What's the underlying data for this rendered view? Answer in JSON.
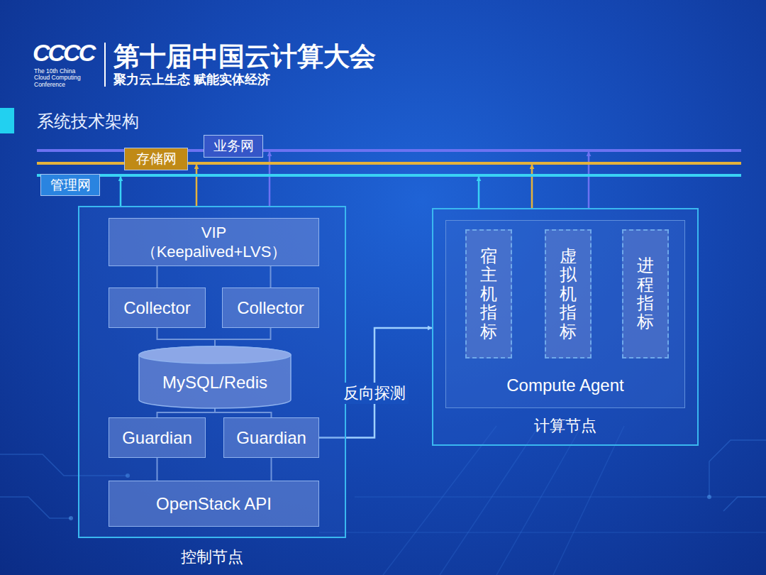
{
  "diagram": {
    "title": "系统技术架构",
    "nodes": [
      {
        "text": [
          "业务网"
        ]
      },
      {
        "text": [
          "存储网"
        ]
      },
      {
        "text": [
          "管理网"
        ]
      },
      {
        "text": [
          "控制节点"
        ]
      },
      {
        "text": [
          "VIP （Keepalived+LVS）"
        ],
        "in": 3
      },
      {
        "text": [
          "Collector"
        ],
        "in": 3
      },
      {
        "text": [
          "Collector"
        ],
        "in": 3
      },
      {
        "text": [
          "MySQL/Redis"
        ],
        "in": 3
      },
      {
        "text": [
          "Guardian"
        ],
        "in": 3
      },
      {
        "text": [
          "Guardian"
        ],
        "in": 3
      },
      {
        "text": [
          "OpenStack API"
        ],
        "in": 3
      },
      {
        "text": [
          "计算节点"
        ]
      },
      {
        "text": [
          "Compute Agent"
        ],
        "in": 11
      },
      {
        "text": [
          "宿主机指标"
        ],
        "in": 12
      },
      {
        "text": [
          "虚拟机指标"
        ],
        "in": 12
      },
      {
        "text": [
          "进程指标"
        ],
        "in": 12
      }
    ],
    "edges": [
      {
        "from": 3,
        "to": 2,
        "arrow": "to"
      },
      {
        "from": 3,
        "to": 1,
        "arrow": "to"
      },
      {
        "from": 3,
        "to": 0,
        "arrow": "to"
      },
      {
        "from": 11,
        "to": 2,
        "arrow": "to"
      },
      {
        "from": 11,
        "to": 1,
        "arrow": "to"
      },
      {
        "from": 11,
        "to": 0,
        "arrow": "to"
      },
      {
        "from": 4,
        "to": 5,
        "arrow": "none"
      },
      {
        "from": 4,
        "to": 6,
        "arrow": "none"
      },
      {
        "from": 5,
        "to": 7,
        "arrow": "none"
      },
      {
        "from": 6,
        "to": 7,
        "arrow": "none"
      },
      {
        "from": 7,
        "to": 8,
        "arrow": "none"
      },
      {
        "from": 7,
        "to": 9,
        "arrow": "none"
      },
      {
        "from": 8,
        "to": 10,
        "arrow": "none"
      },
      {
        "from": 9,
        "to": 10,
        "arrow": "none"
      },
      {
        "from": 9,
        "to": 11,
        "label": "反向探测",
        "arrow": "to"
      }
    ],
    "labels": [
      "CCCC",
      "The 10th China Cloud Computing Conference",
      "第十届中国云计算大会",
      "聚力云上生态 赋能实体经济"
    ]
  }
}
